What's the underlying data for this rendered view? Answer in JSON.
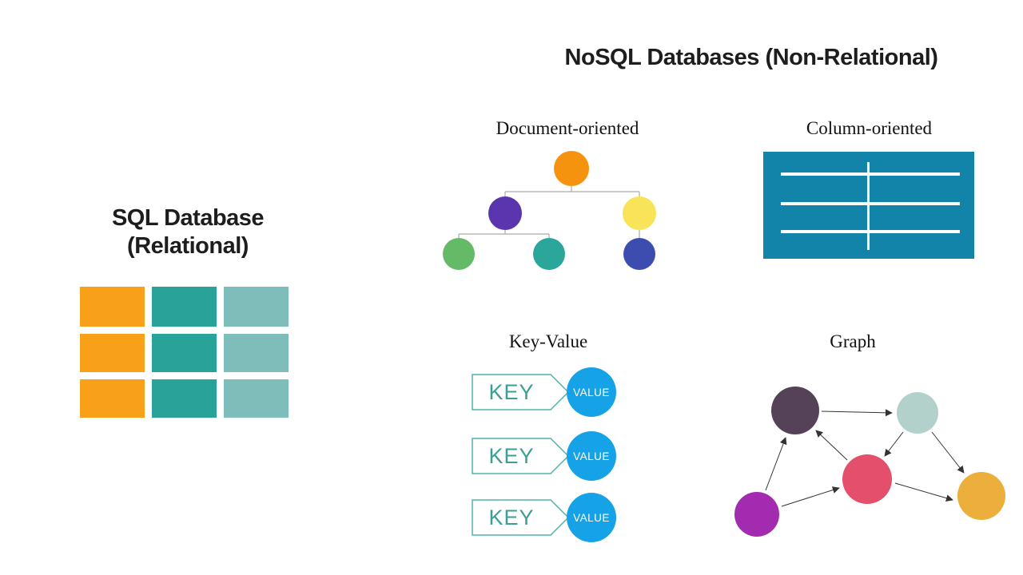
{
  "nosql_title": "NoSQL Databases (Non-Relational)",
  "sql": {
    "title_line1": "SQL Database",
    "title_line2": "(Relational)",
    "grid": {
      "rows": 3,
      "cols": 3,
      "column_colors": [
        "#F9A01B",
        "#29A399",
        "#7EBDB9"
      ]
    }
  },
  "document": {
    "label": "Document-oriented",
    "tree": {
      "nodes": [
        {
          "id": "root",
          "color": "#F5930F"
        },
        {
          "id": "child-left",
          "color": "#5B35AD"
        },
        {
          "id": "child-right",
          "color": "#F9E358"
        },
        {
          "id": "leaf-left-1",
          "color": "#65BA68"
        },
        {
          "id": "leaf-left-2",
          "color": "#2AA69A"
        },
        {
          "id": "leaf-right",
          "color": "#3C4CAF"
        }
      ],
      "edges": [
        [
          "root",
          "child-left"
        ],
        [
          "root",
          "child-right"
        ],
        [
          "child-left",
          "leaf-left-1"
        ],
        [
          "child-left",
          "leaf-left-2"
        ],
        [
          "child-right",
          "leaf-right"
        ]
      ],
      "connector_color": "#aaaaaa"
    }
  },
  "column": {
    "label": "Column-oriented",
    "table_color": "#1384A9",
    "horizontal_lines": 3,
    "vertical_lines": 1
  },
  "keyvalue": {
    "label": "Key-Value",
    "rows": [
      {
        "key": "KEY",
        "value": "VALUE"
      },
      {
        "key": "KEY",
        "value": "VALUE"
      },
      {
        "key": "KEY",
        "value": "VALUE"
      }
    ],
    "key_text_color": "#3BA091",
    "tag_border_color": "#52B3AB",
    "value_circle_color": "#15A2E6"
  },
  "graph": {
    "label": "Graph",
    "nodes": [
      {
        "id": "dark-plum",
        "color": "#554158"
      },
      {
        "id": "pale-teal",
        "color": "#B3D1CB"
      },
      {
        "id": "crimson",
        "color": "#E4506B"
      },
      {
        "id": "gold",
        "color": "#ECAF3B"
      },
      {
        "id": "magenta",
        "color": "#A32BB0"
      }
    ],
    "edges": [
      {
        "from": "dark-plum",
        "to": "pale-teal"
      },
      {
        "from": "magenta",
        "to": "dark-plum"
      },
      {
        "from": "crimson",
        "to": "dark-plum"
      },
      {
        "from": "pale-teal",
        "to": "crimson"
      },
      {
        "from": "pale-teal",
        "to": "gold"
      },
      {
        "from": "magenta",
        "to": "crimson"
      },
      {
        "from": "crimson",
        "to": "gold"
      }
    ],
    "edge_color": "#333333"
  }
}
